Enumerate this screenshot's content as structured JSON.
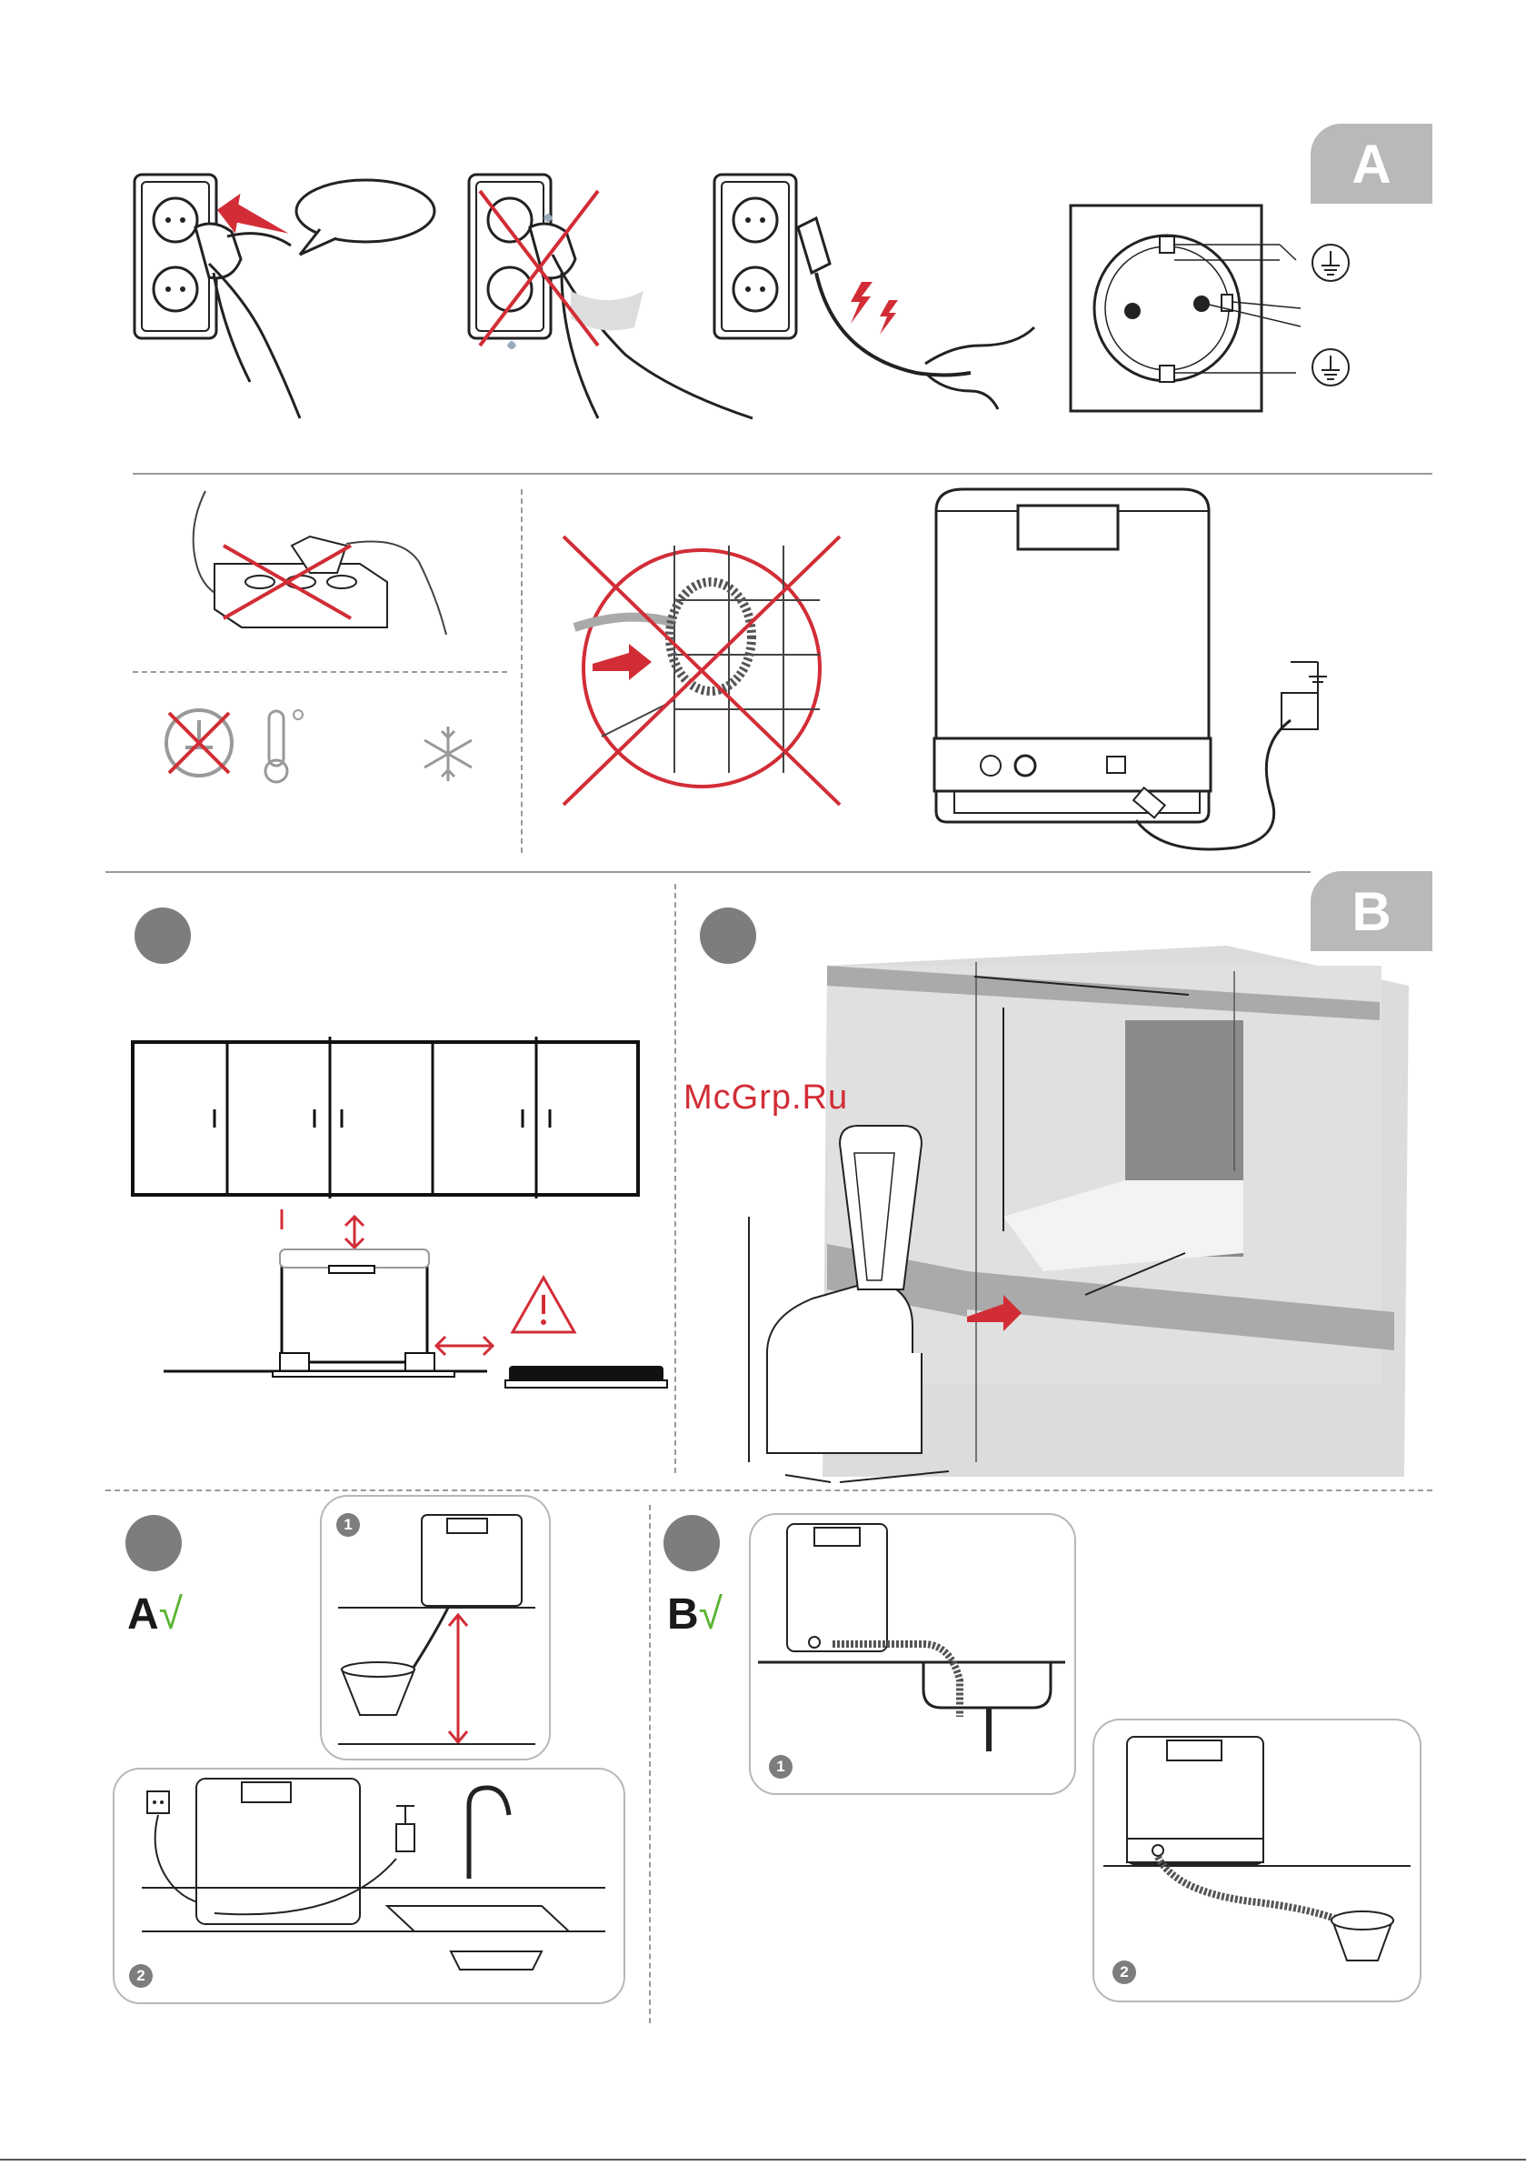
{
  "tabs": {
    "a": "A",
    "b": "B"
  },
  "watermark": "McGrp.Ru",
  "checks": {
    "a_letter": "A",
    "b_letter": "B",
    "tick": "√"
  },
  "panels": {
    "left_top_num": "1",
    "left_bottom_num": "2",
    "right_top_num": "1",
    "right_bottom_num": "2"
  },
  "colors": {
    "accent_red": "#d22d36",
    "tab_gray": "#b9b9b9",
    "check_green": "#5bb431",
    "dot_gray": "#7d7d7d"
  }
}
